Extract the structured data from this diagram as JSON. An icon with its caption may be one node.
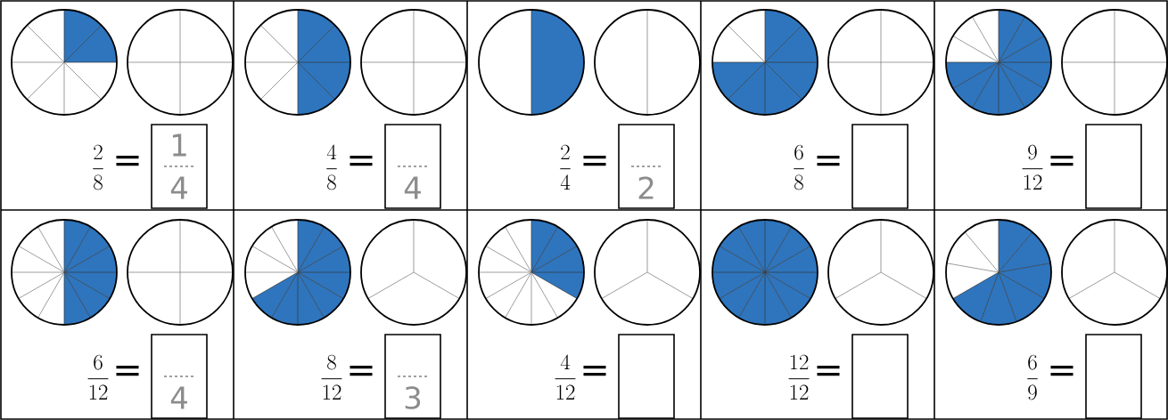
{
  "diagram": {
    "labels": [
      "\\frac{2}{8}",
      "=",
      "1",
      "4",
      "\\frac{4}{8}",
      "=",
      "4",
      "\\frac{2}{4}",
      "=",
      "2",
      "\\frac{6}{8}",
      "=",
      "\\frac{9}{12}",
      "=",
      "\\frac{6}{12}",
      "=",
      "4",
      "\\frac{8}{12}",
      "=",
      "3",
      "\\frac{4}{12}",
      "=",
      "\\frac{12}{12}",
      "=",
      "\\frac{6}{9}",
      "="
    ]
  }
}
